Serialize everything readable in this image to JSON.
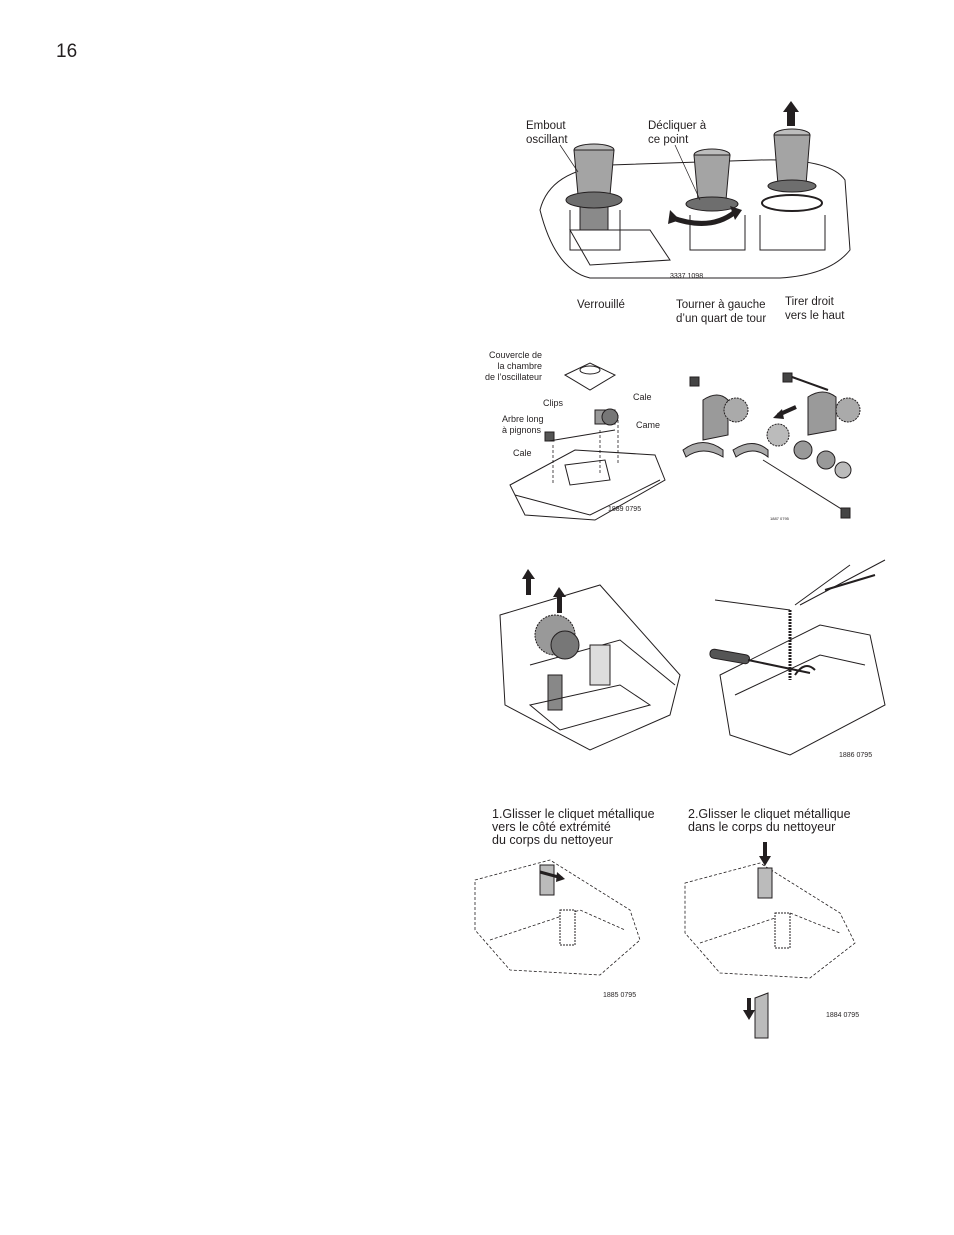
{
  "page_number": "16",
  "fig1": {
    "label_swivel": "Embout\noscillant",
    "label_unclick": "Décliquer à\nce point",
    "code": "3337 1098",
    "caption_locked": "Verrouillé",
    "caption_turn": "Tourner à gauche\nd’un quart de tour",
    "caption_pull": "Tirer droit\nvers le haut"
  },
  "fig2": {
    "label_cover": "Couvercle de\nla chambre\nde l’oscillateur",
    "label_clips": "Clips",
    "label_shaft": "Arbre long\nà pignons",
    "label_shim_left": "Cale",
    "label_shim_right": "Cale",
    "label_cam": "Came",
    "code_left": "1889 0795",
    "code_right": "1887 0795"
  },
  "fig3": {
    "code": "1886 0795"
  },
  "fig4": {
    "step1": "1.Glisser le cliquet métallique\nvers le côté extrémité\ndu corps du nettoyeur",
    "step2": "2.Glisser le cliquet métallique\ndans le corps du nettoyeur",
    "code_left": "1885 0795",
    "code_right": "1884 0795"
  }
}
